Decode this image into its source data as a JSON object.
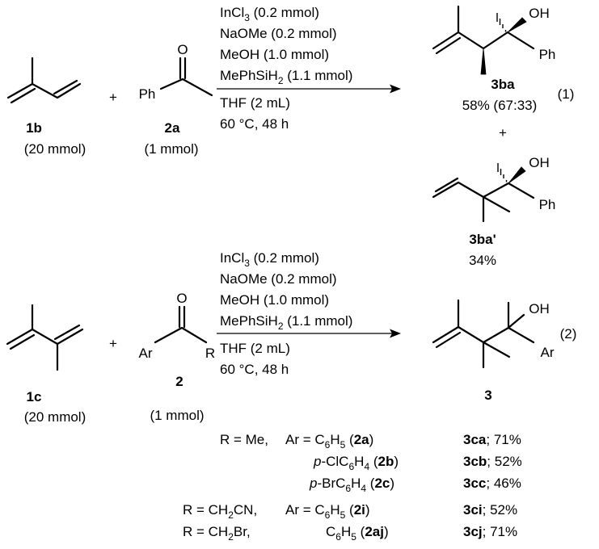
{
  "scheme1": {
    "reactant1": {
      "label": "1b",
      "amount": "(20 mmol)"
    },
    "plus": "+",
    "reactant2": {
      "label": "2a",
      "amount": "(1 mmol)",
      "atom_o": "O",
      "group_ph": "Ph"
    },
    "conditions": {
      "incl3": "InCl",
      "incl3_sub": "3",
      "incl3_amt": " (0.2 mmol)",
      "naome": "NaOMe (0.2 mmol)",
      "meoh": "MeOH (1.0 mmol)",
      "silane": "MePhSiH",
      "silane_sub": "2",
      "silane_amt": " (1.1 mmol)",
      "thf": "THF (2 mL)",
      "temp": "60 °C, 48 h"
    },
    "product_a": {
      "label": "3ba",
      "yield": "58% (67:33)",
      "oh": "OH",
      "ph": "Ph"
    },
    "eq_number": "(1)",
    "plus_products": "+",
    "product_b": {
      "label": "3ba'",
      "yield": "34%",
      "oh": "OH",
      "ph": "Ph"
    }
  },
  "scheme2": {
    "reactant1": {
      "label": "1c",
      "amount": "(20 mmol)"
    },
    "plus": "+",
    "reactant2": {
      "label": "2",
      "amount": "(1 mmol)",
      "atom_o": "O",
      "group_ar": "Ar",
      "group_r": "R"
    },
    "conditions": {
      "incl3": "InCl",
      "incl3_sub": "3",
      "incl3_amt": " (0.2 mmol)",
      "naome": "NaOMe (0.2 mmol)",
      "meoh": "MeOH (1.0 mmol)",
      "silane": "MePhSiH",
      "silane_sub": "2",
      "silane_amt": " (1.1 mmol)",
      "thf": "THF (2 mL)",
      "temp": "60 °C, 48 h"
    },
    "product": {
      "label": "3",
      "oh": "OH",
      "ar": "Ar"
    },
    "eq_number": "(2)"
  },
  "scope": [
    {
      "r": "R = Me,",
      "ar_prefix": "Ar = ",
      "ar_main": "C",
      "ar_s1": "6",
      "ar_mid": "H",
      "ar_s2": "5",
      "ar_tail": "",
      "sub_open": " (",
      "sub_label": "2a",
      "sub_close": ")",
      "prod_label": "3ca",
      "prod_yield": "; 71%"
    },
    {
      "r": "",
      "ar_prefix": "",
      "ar_main": "p",
      "ar_s1": "",
      "ar_mid": "-ClC",
      "ar_s2": "6",
      "ar_tail": "H4",
      "sub_open": " (",
      "sub_label": "2b",
      "sub_close": ")",
      "prod_label": "3cb",
      "prod_yield": "; 52%"
    },
    {
      "r": "",
      "ar_prefix": "",
      "ar_main": "p",
      "ar_s1": "",
      "ar_mid": "-BrC",
      "ar_s2": "6",
      "ar_tail": "H4",
      "sub_open": " (",
      "sub_label": "2c",
      "sub_close": ")",
      "prod_label": "3cc",
      "prod_yield": "; 46%"
    },
    {
      "r": "R = CH2CN,",
      "ar_prefix": "Ar = ",
      "ar_main": "C",
      "ar_s1": "6",
      "ar_mid": "H",
      "ar_s2": "5",
      "ar_tail": "",
      "sub_open": " (",
      "sub_label": "2i",
      "sub_close": ")",
      "prod_label": "3ci",
      "prod_yield": "; 52%"
    },
    {
      "r": "R = CH2Br,",
      "ar_prefix": "",
      "ar_main": "C",
      "ar_s1": "6",
      "ar_mid": "H",
      "ar_s2": "5",
      "ar_tail": "",
      "sub_open": " (",
      "sub_label": "2aj",
      "sub_close": ")",
      "prod_label": "3cj",
      "prod_yield": "; 71%"
    }
  ]
}
